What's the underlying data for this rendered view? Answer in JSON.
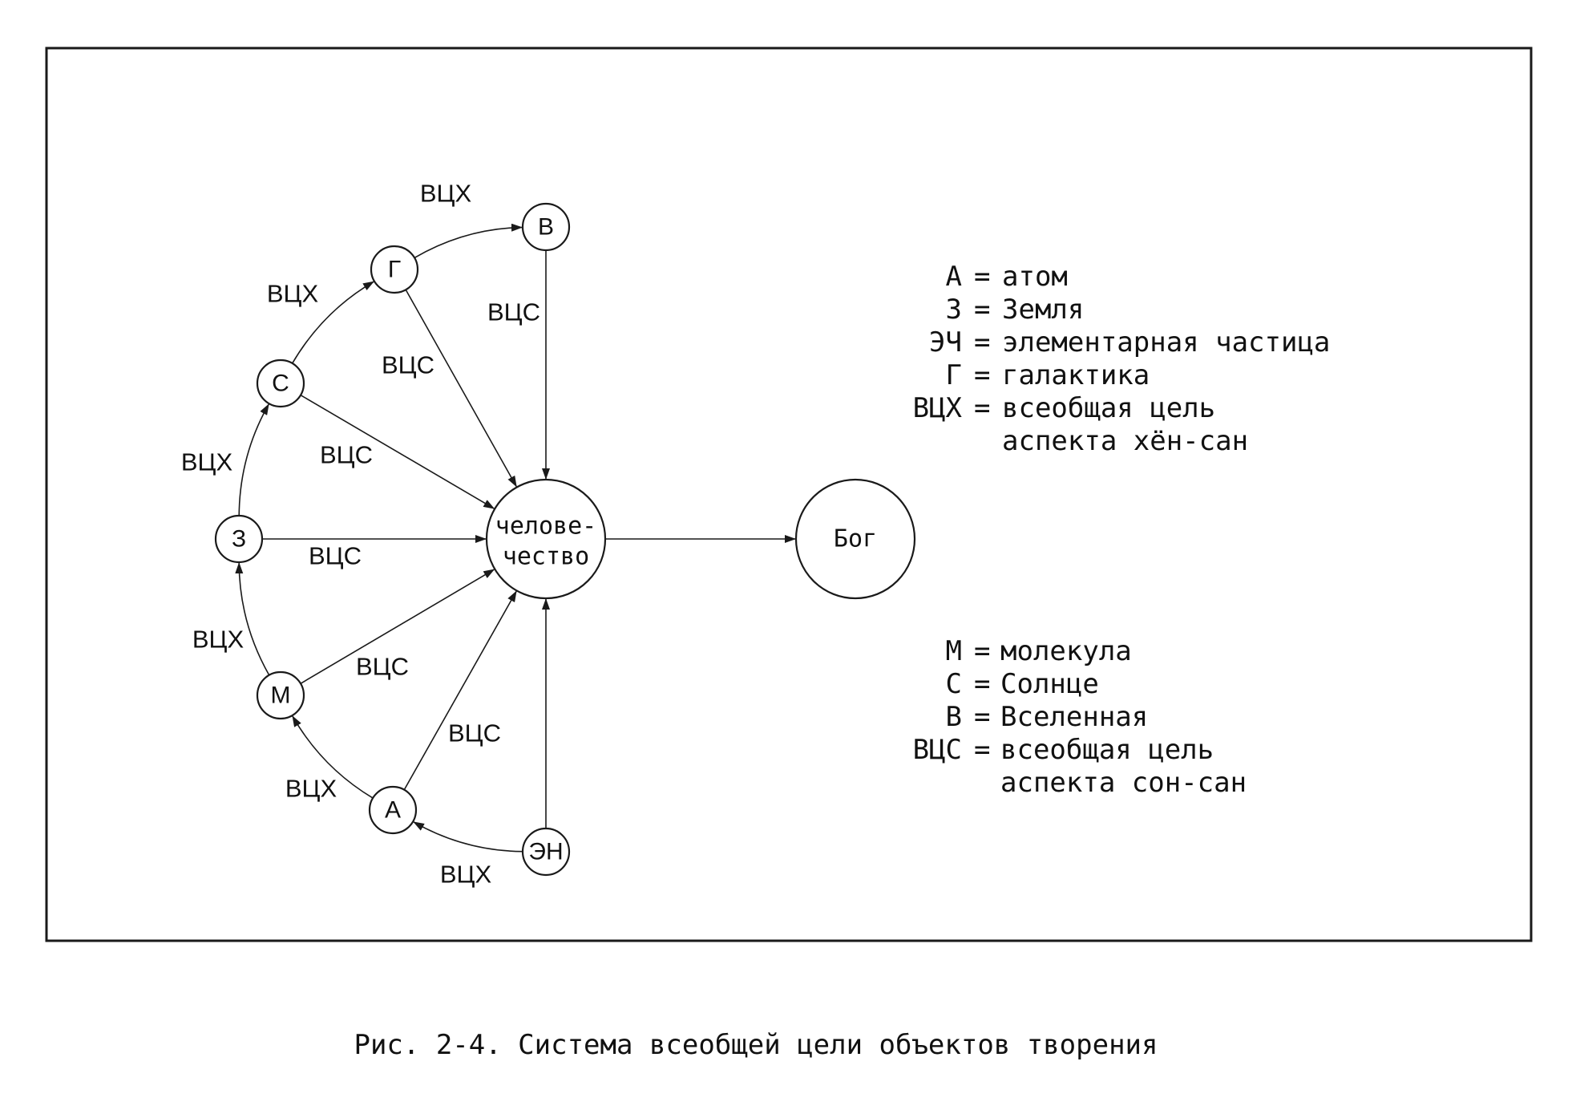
{
  "colors": {
    "ink": "#1a1a1a",
    "background": "#ffffff"
  },
  "nodes": {
    "V": "В",
    "G": "Г",
    "S": "С",
    "Z": "З",
    "M": "М",
    "A": "А",
    "EN": "ЭН",
    "humanity_line1": "челове-",
    "humanity_line2": "чество",
    "god": "Бог"
  },
  "edges": [
    {
      "from": "S",
      "to": "G",
      "label": "ВЦХ"
    },
    {
      "from": "G",
      "to": "V",
      "label": "ВЦХ"
    },
    {
      "from": "Z",
      "to": "S",
      "label": "ВЦХ"
    },
    {
      "from": "M",
      "to": "Z",
      "label": "ВЦХ"
    },
    {
      "from": "A",
      "to": "M",
      "label": "ВЦХ"
    },
    {
      "from": "EN",
      "to": "A",
      "label": "ВЦХ"
    },
    {
      "from": "V",
      "to": "humanity",
      "label": "ВЦС"
    },
    {
      "from": "G",
      "to": "humanity",
      "label": "ВЦС"
    },
    {
      "from": "S",
      "to": "humanity",
      "label": "ВЦС"
    },
    {
      "from": "Z",
      "to": "humanity",
      "label": "ВЦС"
    },
    {
      "from": "M",
      "to": "humanity",
      "label": "ВЦС"
    },
    {
      "from": "A",
      "to": "humanity",
      "label": "ВЦС"
    },
    {
      "from": "EN",
      "to": "humanity",
      "label": ""
    },
    {
      "from": "humanity",
      "to": "god",
      "label": ""
    }
  ],
  "legend_top": [
    {
      "abbr": "А",
      "sep": "=",
      "text": "атом"
    },
    {
      "abbr": "З",
      "sep": "=",
      "text": "Земля"
    },
    {
      "abbr": "ЭЧ",
      "sep": "=",
      "text": "элементарная частица"
    },
    {
      "abbr": "Г",
      "sep": "=",
      "text": "галактика"
    },
    {
      "abbr": "ВЦХ",
      "sep": "=",
      "text": "всеобщая цель"
    },
    {
      "abbr": "",
      "sep": "",
      "text": "аспекта хён-сан"
    }
  ],
  "legend_bottom": [
    {
      "abbr": "М",
      "sep": "=",
      "text": "молекула"
    },
    {
      "abbr": "С",
      "sep": "=",
      "text": "Солнце"
    },
    {
      "abbr": "В",
      "sep": "=",
      "text": "Вселенная"
    },
    {
      "abbr": "ВЦС",
      "sep": "=",
      "text": "всеобщая цель"
    },
    {
      "abbr": "",
      "sep": "",
      "text": "аспекта сон-сан"
    }
  ],
  "caption": "Рис. 2-4. Система всеобщей цели объектов творения"
}
